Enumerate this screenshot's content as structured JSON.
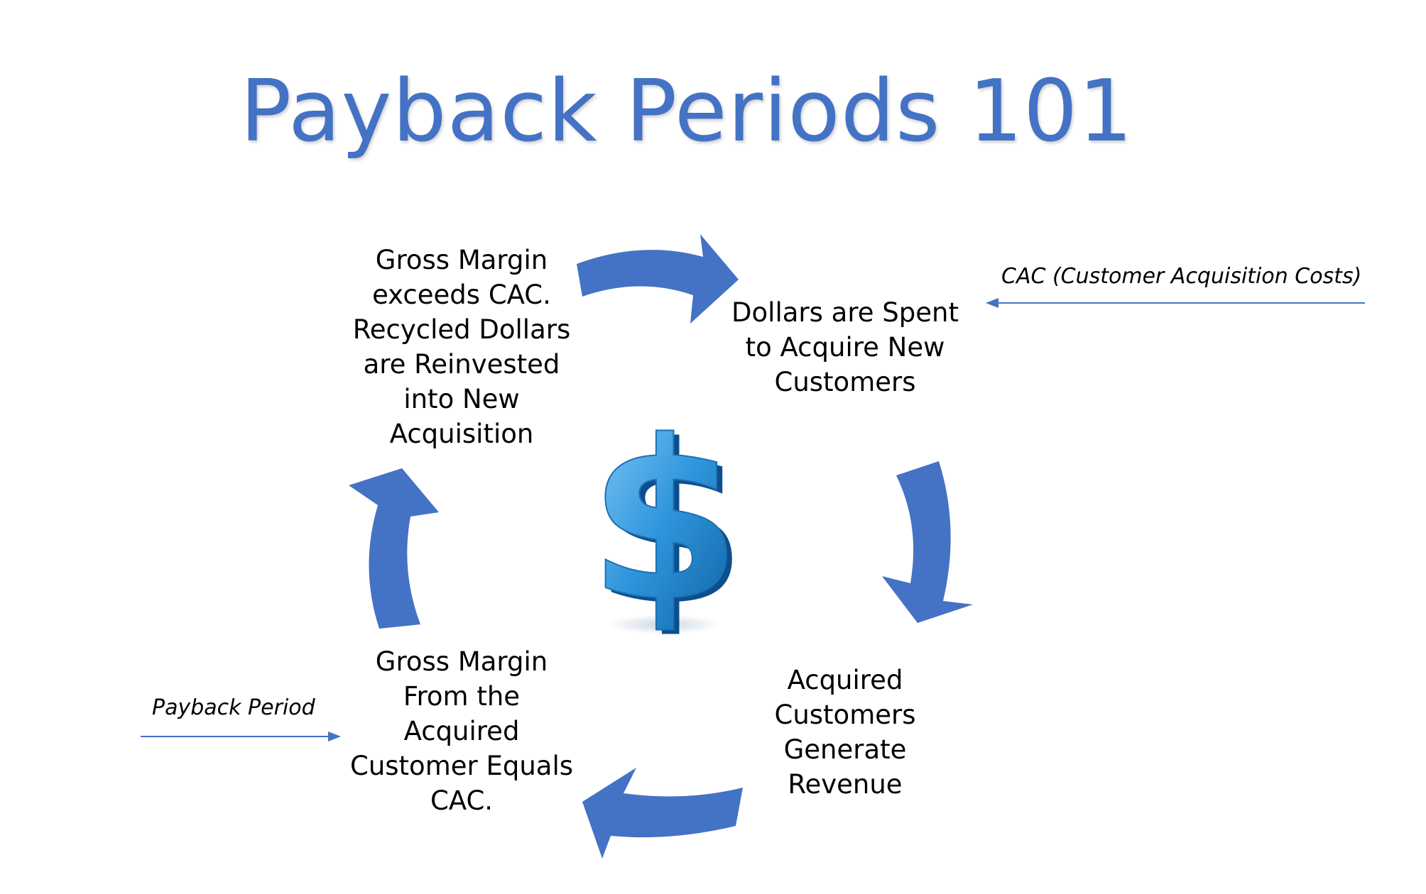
{
  "title": "Payback Periods 101",
  "colors": {
    "accent": "#4472C4",
    "dollar_light": "#7CC4F0",
    "dollar_mid": "#2E95DC",
    "dollar_dark": "#0E5C9E"
  },
  "cycle": {
    "top_left": "Gross Margin\nexceeds CAC.\nRecycled Dollars\nare Reinvested\ninto New\nAcquisition",
    "top_right": "Dollars are Spent\nto Acquire New\nCustomers",
    "bottom_right": "Acquired\nCustomers\nGenerate\nRevenue",
    "bottom_left": "Gross Margin\nFrom the\nAcquired\nCustomer Equals\nCAC."
  },
  "annotations": {
    "cac": "CAC (Customer Acquisition Costs)",
    "payback": "Payback Period"
  },
  "center_icon": "dollar-sign-icon"
}
